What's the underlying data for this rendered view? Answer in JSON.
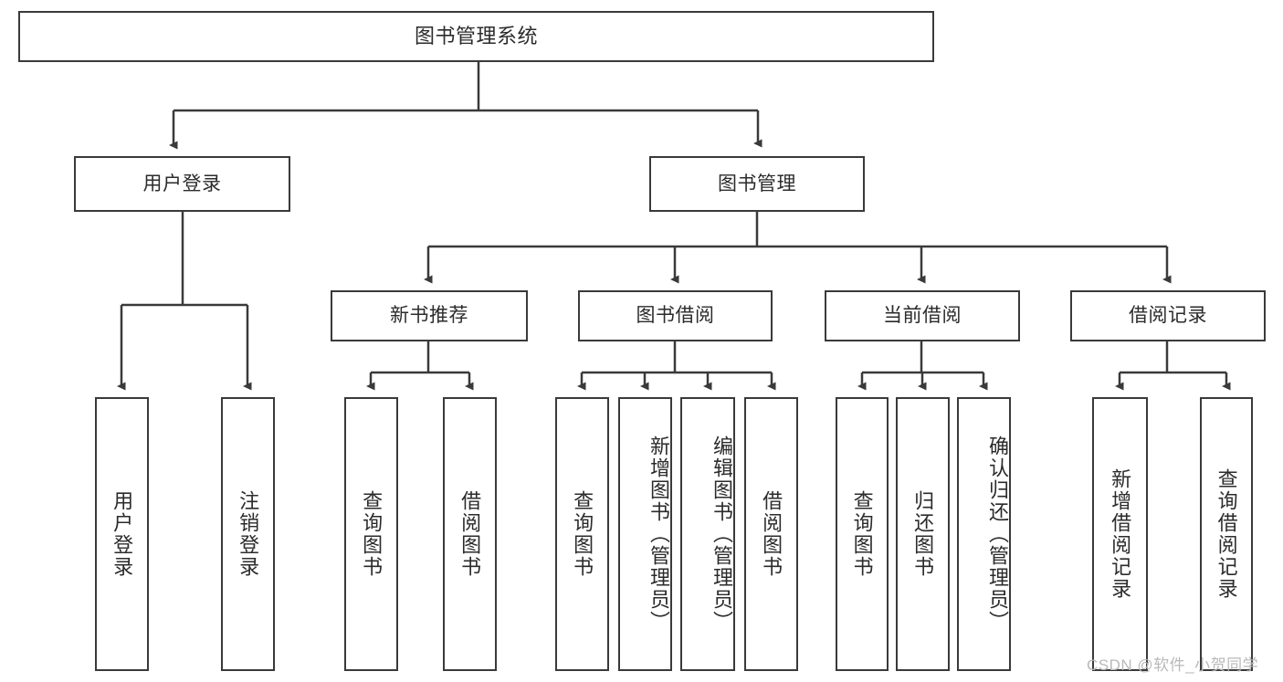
{
  "diagram": {
    "title": "图书管理系统",
    "type": "tree-hierarchy",
    "watermark": "CSDN @软件_小贺同学",
    "colors": {
      "stroke": "#3a3a3a",
      "fill": "#ffffff",
      "text": "#2b2b2b",
      "watermark": "#b9b9b9"
    },
    "levels": {
      "root": {
        "label": "图书管理系统"
      },
      "level1": [
        {
          "id": "user-login",
          "label": "用户登录"
        },
        {
          "id": "book-manage",
          "label": "图书管理"
        }
      ],
      "level2": [
        {
          "id": "new-book-recommend",
          "label": "新书推荐",
          "parent": "book-manage"
        },
        {
          "id": "book-borrow",
          "label": "图书借阅",
          "parent": "book-manage"
        },
        {
          "id": "current-borrow",
          "label": "当前借阅",
          "parent": "book-manage"
        },
        {
          "id": "borrow-record",
          "label": "借阅记录",
          "parent": "book-manage"
        }
      ],
      "leaves": {
        "user-login": [
          {
            "id": "leaf-user-login",
            "label": "用户登录"
          },
          {
            "id": "leaf-logout",
            "label": "注销登录"
          }
        ],
        "new-book-recommend": [
          {
            "id": "leaf-query-book-1",
            "label": "查询图书"
          },
          {
            "id": "leaf-borrow-book-1",
            "label": "借阅图书"
          }
        ],
        "book-borrow": [
          {
            "id": "leaf-query-book-2",
            "label": "查询图书"
          },
          {
            "id": "leaf-add-book",
            "label": "新增图书（管理员）"
          },
          {
            "id": "leaf-edit-book",
            "label": "编辑图书（管理员）"
          },
          {
            "id": "leaf-borrow-book-2",
            "label": "借阅图书"
          }
        ],
        "current-borrow": [
          {
            "id": "leaf-query-book-3",
            "label": "查询图书"
          },
          {
            "id": "leaf-return-book",
            "label": "归还图书"
          },
          {
            "id": "leaf-confirm-return",
            "label": "确认归还（管理员）"
          }
        ],
        "borrow-record": [
          {
            "id": "leaf-add-record",
            "label": "新增借阅记录"
          },
          {
            "id": "leaf-query-record",
            "label": "查询借阅记录"
          }
        ]
      }
    }
  }
}
